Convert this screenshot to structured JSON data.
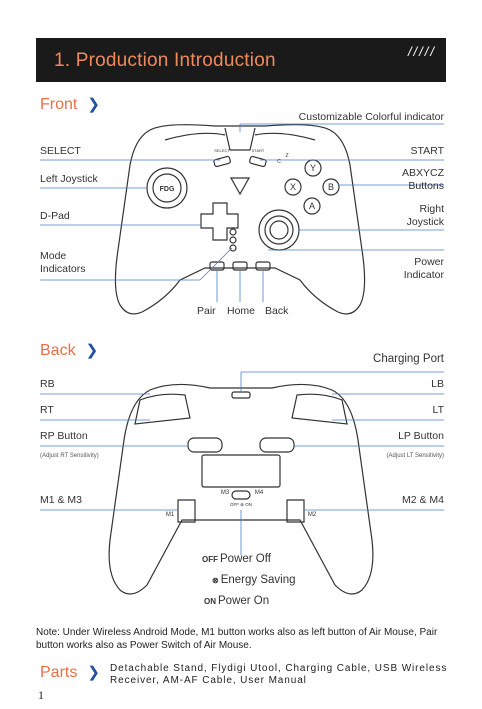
{
  "header": {
    "title": "1. Production Introduction",
    "decor": "/////"
  },
  "front": {
    "section_label": "Front",
    "labels": {
      "indicator": "Customizable Colorful indicator",
      "select": "SELECT",
      "start": "START",
      "left_joystick": "Left Joystick",
      "abxycz_1": "ABXYCZ",
      "abxycz_2": "Buttons",
      "dpad": "D-Pad",
      "right_joystick_1": "Right",
      "right_joystick_2": "Joystick",
      "mode_1": "Mode",
      "mode_2": "Indicators",
      "power_1": "Power",
      "power_2": "Indicator",
      "pair": "Pair",
      "home": "Home",
      "back": "Back"
    },
    "device_text": {
      "select_small": "SELECT",
      "start_small": "START",
      "logo": "FDG"
    },
    "buttons": {
      "y": "Y",
      "x": "X",
      "b": "B",
      "a": "A",
      "c": "C",
      "z": "Z"
    }
  },
  "back": {
    "section_label": "Back",
    "labels": {
      "charging_port": "Charging Port",
      "rb": "RB",
      "lb": "LB",
      "rt": "RT",
      "lt": "LT",
      "rp_button": "RP Button",
      "lp_button": "LP Button",
      "rp_adjust": "(Adjust RT Sensitivity)",
      "lp_adjust": "(Adjust LT Sensitivity)",
      "m1m3": "M1 & M3",
      "m2m4": "M2 & M4"
    },
    "device_text": {
      "m1": "M1",
      "m2": "M2",
      "m3": "M3",
      "m4": "M4",
      "switch_label": "OFF ⊗ ON"
    }
  },
  "power": {
    "off_tag": "OFF",
    "off_label": "Power Off",
    "energy_label": "Energy Saving",
    "on_tag": "ON",
    "on_label": "Power On"
  },
  "note": "Note: Under Wireless Android Mode, M1 button works also as left button of Air Mouse, Pair button works also as Power Switch of Air Mouse.",
  "parts": {
    "section_label": "Parts",
    "text": "Detachable Stand, Flydigi Utool, Charging Cable, USB Wireless Receiver, AM-AF Cable, User Manual"
  },
  "page_number": "1",
  "colors": {
    "accent": "#e96f45",
    "chevron": "#1f4fa0",
    "line": "#4a7fc7"
  }
}
